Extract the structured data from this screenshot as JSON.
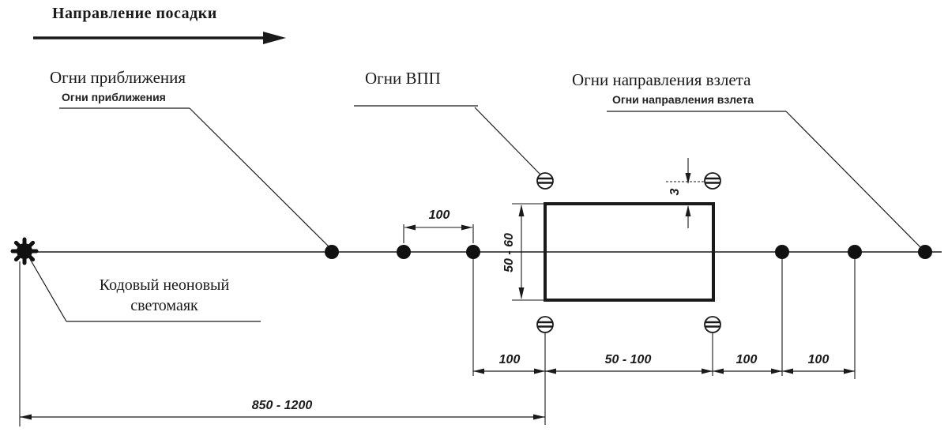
{
  "title": "Направление посадки",
  "labels": {
    "approach_big": "Огни приближения",
    "approach_small": "Огни приближения",
    "runway_big": "Огни ВПП",
    "takeoff_big": "Огни направления взлета",
    "takeoff_small": "Огни направления взлета",
    "beacon_line1": "Кодовый неоновый",
    "beacon_line2": "светомаяк"
  },
  "dimensions": {
    "approach_spacing": "100",
    "runway_width_range": "50 - 60",
    "edge_light_offset": "3",
    "chain": [
      "100",
      "50 - 100",
      "100",
      "100"
    ],
    "total_range": "850 - 1200"
  },
  "icons": {
    "beacon": "code-neon-beacon-star",
    "centerline_light": "black-dot-light",
    "boundary_light": "hatched-circle-light",
    "direction": "right-arrow"
  },
  "colors": {
    "ink": "#1a1a1a",
    "background": "#ffffff"
  }
}
